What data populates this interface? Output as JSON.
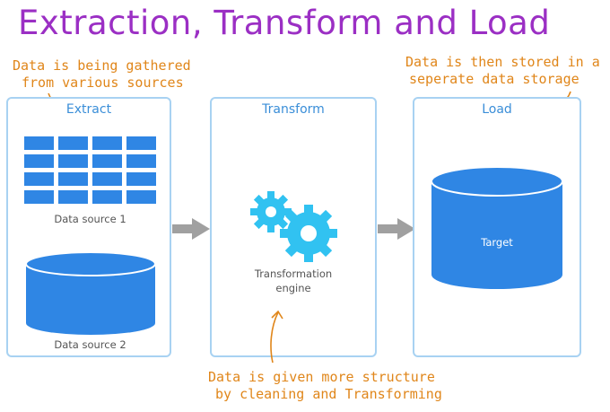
{
  "title": "Extraction, Transform and Load",
  "notes": {
    "extract": [
      "Data is being gathered",
      "from various sources"
    ],
    "load": [
      "Data is then stored in a",
      "seperate data storage"
    ],
    "transform": [
      "Data is given more structure",
      "by cleaning and Transforming"
    ]
  },
  "panels": {
    "extract": {
      "title": "Extract",
      "source1": "Data source 1",
      "source2": "Data source 2"
    },
    "transform": {
      "title": "Transform",
      "engine": [
        "Transformation",
        "engine"
      ]
    },
    "load": {
      "title": "Load",
      "target": "Target"
    }
  },
  "colors": {
    "title": "#9b2fc4",
    "note": "#e0861a",
    "panel_border": "#a8d2f2",
    "shape_fill": "#2f86e4",
    "gear_fill": "#31c2f1",
    "arrow": "#a0a0a0"
  }
}
